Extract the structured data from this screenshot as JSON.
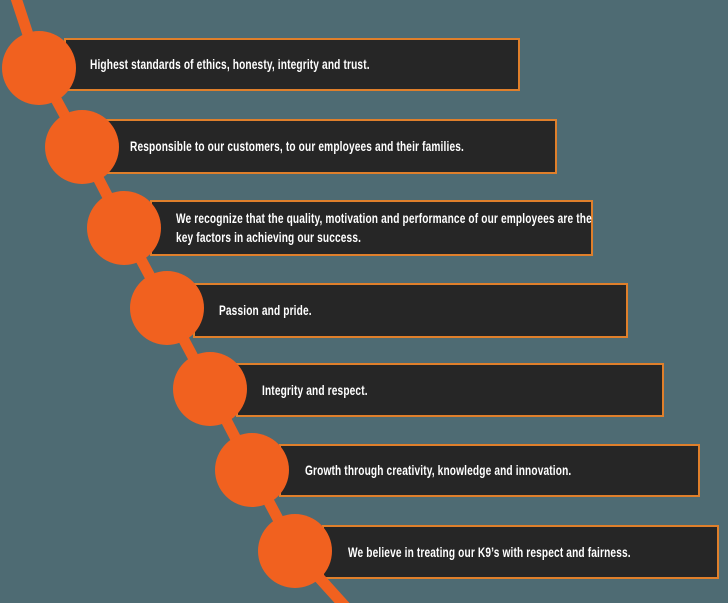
{
  "colors": {
    "background": "#4E6B73",
    "accent_orange": "#F1611F",
    "bar_fill": "#262626",
    "bar_border": "#DF7F2B",
    "text_color": "#FFFFFF"
  },
  "diagram": {
    "type": "descending-step-list",
    "items": [
      {
        "lines": [
          "Highest standards of ethics, honesty, integrity and trust."
        ]
      },
      {
        "lines": [
          "Responsible to our customers, to our employees and their families."
        ]
      },
      {
        "lines": [
          "We recognize that the quality, motivation and performance of our employees are the",
          "key factors in achieving our success."
        ]
      },
      {
        "lines": [
          "Passion and pride."
        ]
      },
      {
        "lines": [
          "Integrity and respect."
        ]
      },
      {
        "lines": [
          "Growth through creativity, knowledge and innovation."
        ]
      },
      {
        "lines": [
          "We believe in treating our K9’s with respect and fairness."
        ]
      }
    ]
  }
}
